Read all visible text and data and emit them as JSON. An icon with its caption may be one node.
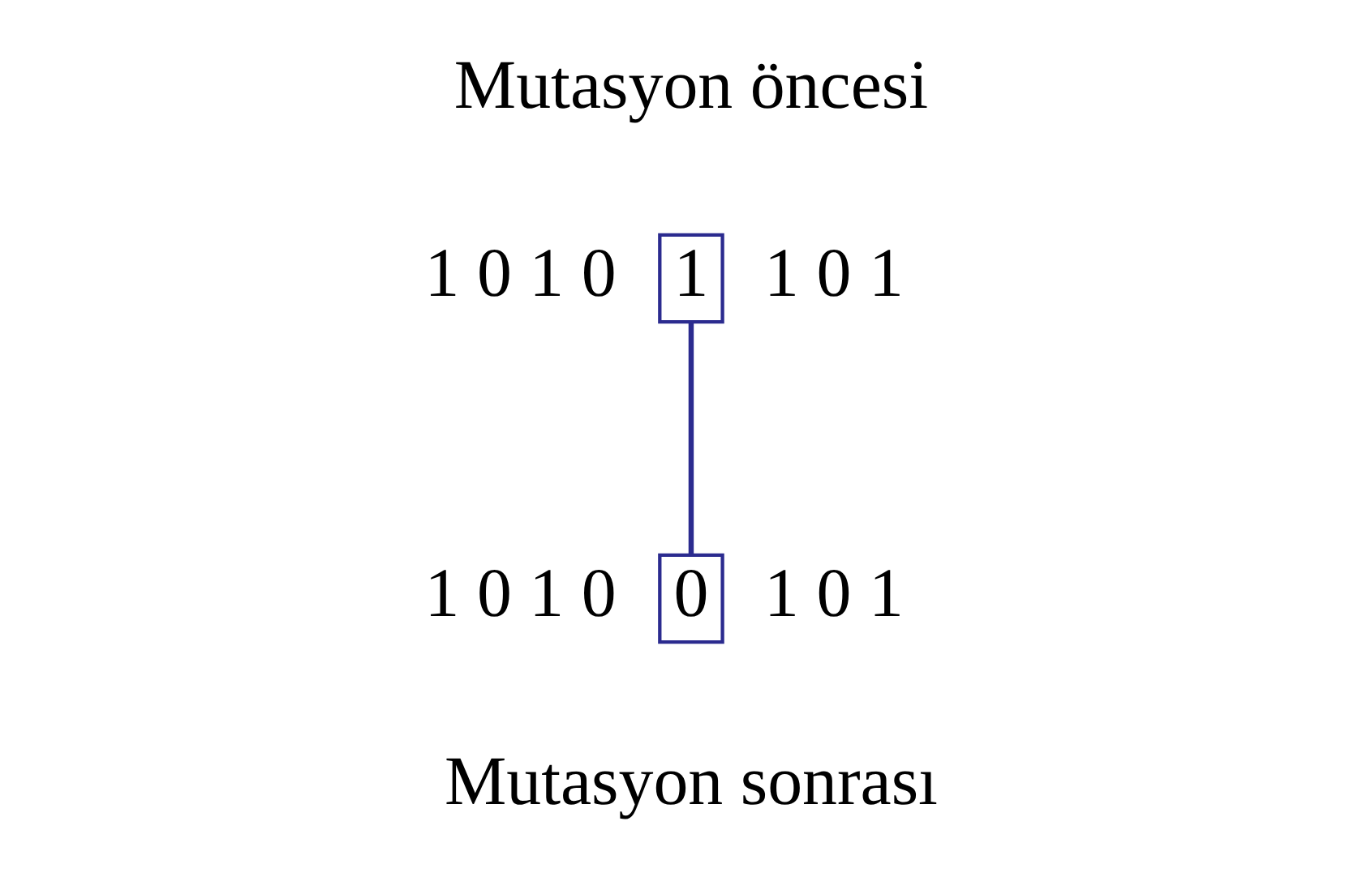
{
  "diagram": {
    "nodes": [
      {
        "text": [
          "1"
        ]
      },
      {
        "text": [
          "0"
        ]
      }
    ],
    "edges": [
      {
        "from": 0,
        "to": 1,
        "arrow": "none",
        "color": "#2b2b8f"
      }
    ],
    "labels": [
      "Mutasyon öncesi",
      "1 0 1 0",
      "1 0 1",
      "1 0 1 0",
      "1 0 1",
      "Mutasyon sonrası"
    ]
  }
}
